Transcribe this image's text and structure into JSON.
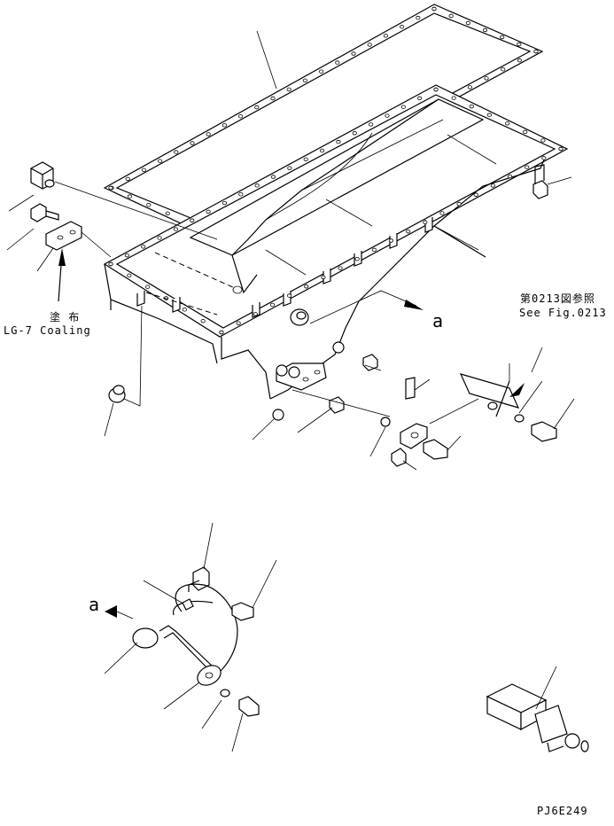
{
  "drawing_id": "PJ6E249",
  "coating_label": {
    "jp": "塗 布",
    "en": "LG-7 Coaling"
  },
  "reference_label": {
    "jp": "第0213図参照",
    "en": "See Fig.0213"
  },
  "view_marker_upper": "a",
  "view_marker_lower": "a"
}
